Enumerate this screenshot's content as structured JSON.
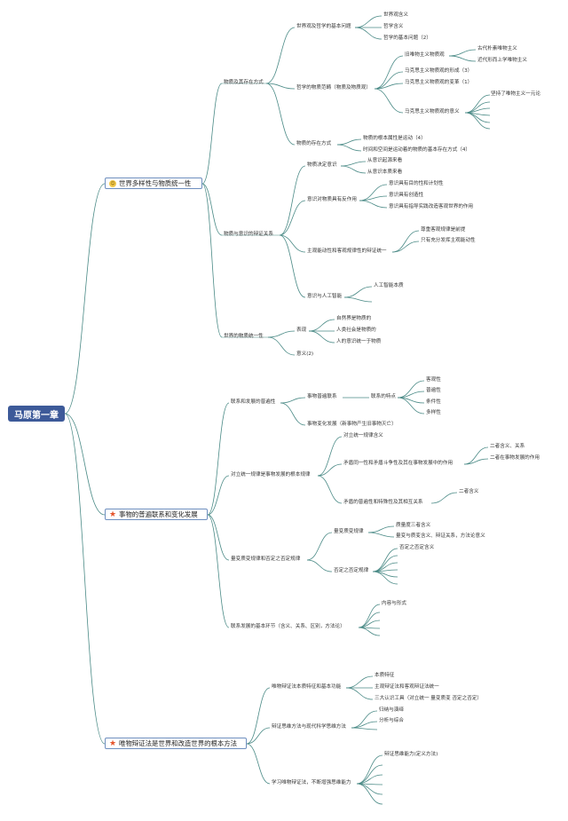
{
  "root": "马原第一章",
  "branches": [
    {
      "title": "世界多样性与物质统一性",
      "icon": "smiley-icon"
    },
    {
      "title": "事物的普遍联系和变化发展",
      "icon": "star-icon"
    },
    {
      "title": "唯物辩证法是世界和改造世界的根本方法",
      "icon": "star-icon"
    }
  ],
  "colors": {
    "link": "#4a8a86",
    "root": "#3d5a99",
    "main_border": "#6e8fbf"
  },
  "b1": {
    "n1": "物质及其存在方式",
    "n1a": "世界观及哲学的基本问题",
    "n1a1": "世界观含义",
    "n1a2": "哲学含义",
    "n1a3": "哲学的基本问题（2）",
    "n1b": "哲学的物质范畴（物质及物质观）",
    "n1b1": "旧唯物主义物质观",
    "n1b1a": "古代朴素唯物主义",
    "n1b1b": "近代形而上学唯物主义",
    "n1b2": "马克思主义物质观的形成（3）",
    "n1b3": "马克思主义物质观的变革（1）",
    "n1b4": "马克思主义物质观的意义",
    "n1b4a": "坚持了唯物主义一元论",
    "n1c": "物质的存在方式",
    "n1c1": "物质的根本属性是运动（4）",
    "n1c2": "时间和空间是运动着的物质的基本存在方式（4）",
    "n2": "物质与意识的辩证关系",
    "n2a": "物质决定意识",
    "n2a1": "从意识起源来看",
    "n2a2": "从意识本质来看",
    "n2b": "意识对物质具有反作用",
    "n2b1": "意识具有目的性和计划性",
    "n2b2": "意识具有创造性",
    "n2b3": "意识具有指导实践改造客观世界的作用",
    "n2c": "主观能动性和客观规律性的辩证统一",
    "n2c1": "尊重客观规律是前提",
    "n2c2": "只有充分发挥主观能动性",
    "n2d": "意识与人工智能",
    "n2d1": "人工智能本质",
    "n3": "世界的物质统一性",
    "n3a": "表现",
    "n3a1": "自然界是物质的",
    "n3a2": "人类社会是物质的",
    "n3a3": "人的意识统一于物质",
    "n3b": "意义(2)"
  },
  "b2": {
    "n1": "联系和发展的普遍性",
    "n1a": "事物普遍联系",
    "n1a1": "联系的特点",
    "n1a1a": "客观性",
    "n1a1b": "普遍性",
    "n1a1c": "条件性",
    "n1a1d": "多样性",
    "n1b": "事物变化发展（新事物产生旧事物灭亡）",
    "n2": "对立统一规律是事物发展的根本规律",
    "n2a": "对立统一规律含义",
    "n2b": "矛盾同一性和矛盾斗争性及其在事物发展中的作用",
    "n2b1": "二者含义、关系",
    "n2b2": "二者在事物发展的作用",
    "n2c": "矛盾的普遍性和特殊性及其相互关系",
    "n2c1": "二者含义",
    "n3": "量变质变规律和否定之否定规律",
    "n3a": "量变质变规律",
    "n3a1": "质量度三者含义",
    "n3a2": "量变与质变含义、辩证关系，方法论意义",
    "n3b": "否定之否定规律",
    "n3b1": "否定之否定含义",
    "n4": "联系发展的基本环节（含义、关系、区别，方法论）",
    "n4a": "内容与形式"
  },
  "b3": {
    "n1": "唯物辩证法本质特征和基本功能",
    "n1a": "本质特征",
    "n1b": "主观辩证法和客观辩证法统一",
    "n1c": "三大认识工具（对立统一 量变质变 否定之否定）",
    "n2": "辩证思维方法与现代科学思维方法",
    "n2a": "归纳与演绎",
    "n2b": "分析与综合",
    "n3": "学习唯物辩证法，不断增强思维能力",
    "n3a": "辩证思维能力(定义方法)"
  }
}
